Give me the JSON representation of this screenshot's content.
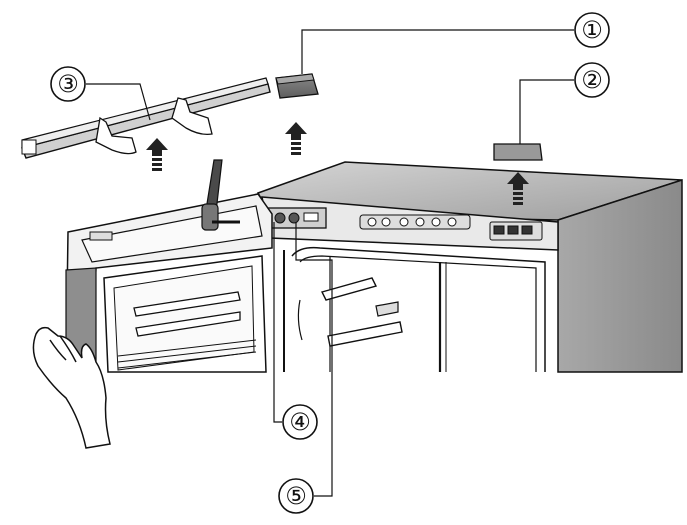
{
  "diagram": {
    "callouts": [
      {
        "id": "1",
        "label": "①"
      },
      {
        "id": "2",
        "label": "②"
      },
      {
        "id": "3",
        "label": "③"
      },
      {
        "id": "4",
        "label": "④"
      },
      {
        "id": "5",
        "label": "⑤"
      }
    ],
    "colors": {
      "line": "#111111",
      "cabinet_top": "#b9b9b9",
      "cabinet_side": "#9a9a9a",
      "door_face": "#d6d6d6",
      "arrow": "#222222"
    }
  }
}
